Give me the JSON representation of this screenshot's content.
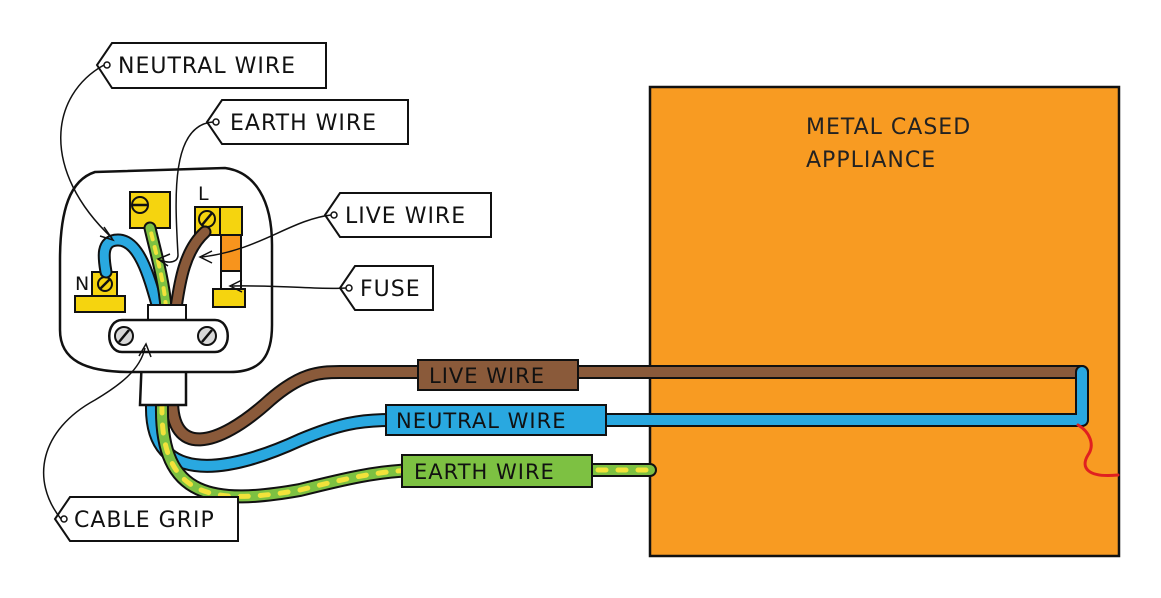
{
  "appliance": {
    "label_line1": "METAL CASED",
    "label_line2": "APPLIANCE"
  },
  "callouts": {
    "neutral": "NEUTRAL WIRE",
    "earth": "EARTH WIRE",
    "live": "LIVE WIRE",
    "fuse": "FUSE",
    "cable_grip": "CABLE GRIP"
  },
  "cable_labels": {
    "live": "LIVE WIRE",
    "neutral": "NEUTRAL WIRE",
    "earth": "EARTH WIRE"
  },
  "terminals": {
    "neutral": "N",
    "live": "L"
  },
  "colors": {
    "live": "#8a5a3a",
    "neutral": "#29a8e0",
    "earth_green": "#7dc142",
    "earth_yellow": "#f2e23a",
    "terminal": "#f5d40f",
    "fuse": "#f7941d",
    "appliance": "#f89b22",
    "fault": "#e02020"
  }
}
